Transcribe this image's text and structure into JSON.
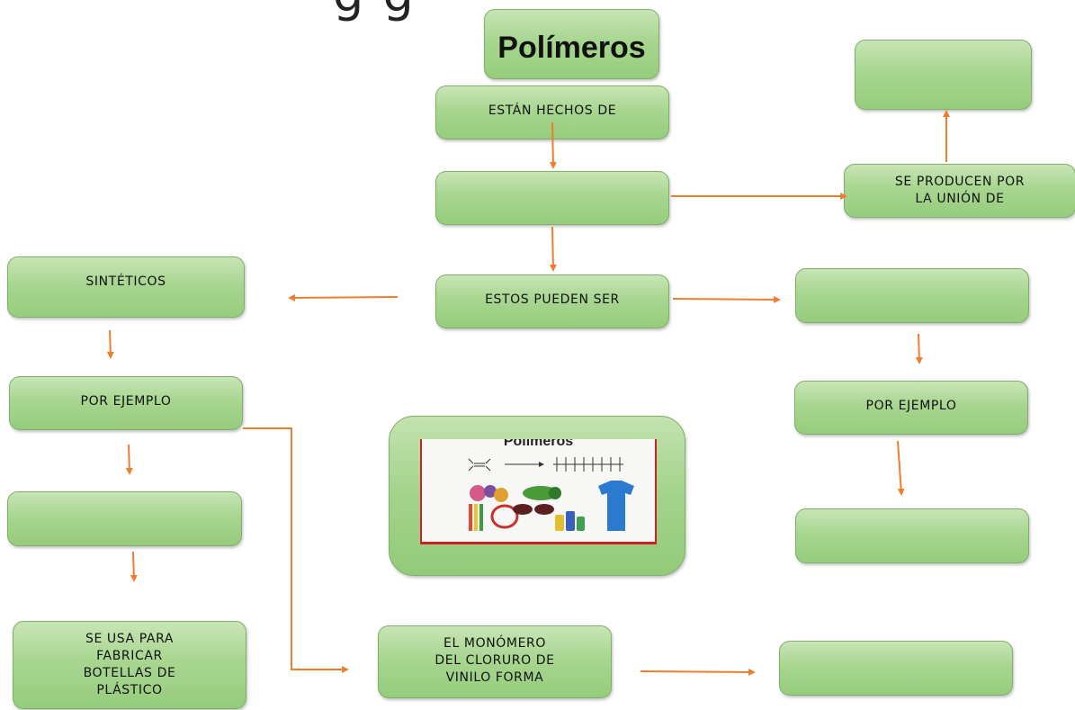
{
  "heading_cut": "g    g",
  "nodes": {
    "title": "Polímeros",
    "hechos": "ESTÁN HECHOS DE",
    "blank_center": "",
    "union": "SE PRODUCEN POR\nLA UNIÓN DE",
    "blank_top_right": "",
    "pueden_ser": "ESTOS PUEDEN SER",
    "sinteticos": "SINTÉTICOS",
    "blank_right": "",
    "ejemplo_left": "POR EJEMPLO",
    "ejemplo_right": "POR EJEMPLO",
    "blank_left": "",
    "blank_right_low": "",
    "botellas": "SE USA PARA\nFABRICAR\nBOTELLAS DE\nPLÁSTICO",
    "monomero": "EL MONÓMERO\nDEL CLORURO DE\nVINILO FORMA",
    "blank_bottom_right": ""
  },
  "image": {
    "title": "Polímeros"
  },
  "colors": {
    "box_fill": "#a8d690",
    "arrow": "#ed7d31",
    "slide_border": "#c22222"
  }
}
